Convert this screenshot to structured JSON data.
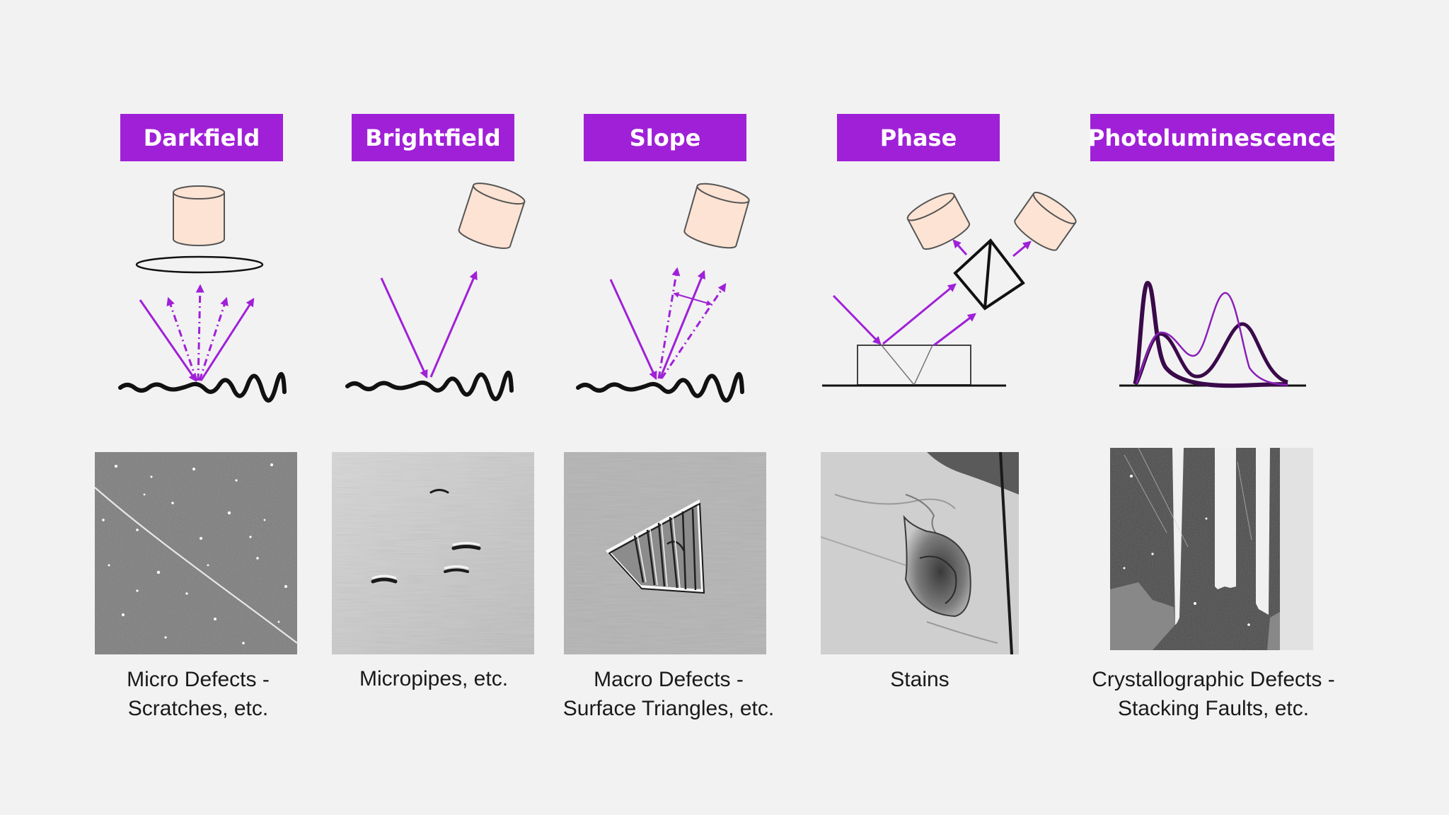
{
  "colors": {
    "background": "#f2f2f2",
    "accent": "#a020d8",
    "title_text": "#ffffff",
    "camera_fill": "#fde3d3",
    "peak_dark": "#3a0a4a"
  },
  "panels": [
    {
      "title": "Darkfield",
      "caption_line1": "Micro Defects -",
      "caption_line2": "Scratches, etc."
    },
    {
      "title": "Brightfield",
      "caption_line1": "Micropipes, etc.",
      "caption_line2": ""
    },
    {
      "title": "Slope",
      "caption_line1": "Macro Defects -",
      "caption_line2": "Surface Triangles, etc."
    },
    {
      "title": "Phase",
      "caption_line1": "Stains",
      "caption_line2": ""
    },
    {
      "title": "Photoluminescence",
      "caption_line1": "Crystallographic Defects -",
      "caption_line2": "Stacking Faults, etc."
    }
  ]
}
